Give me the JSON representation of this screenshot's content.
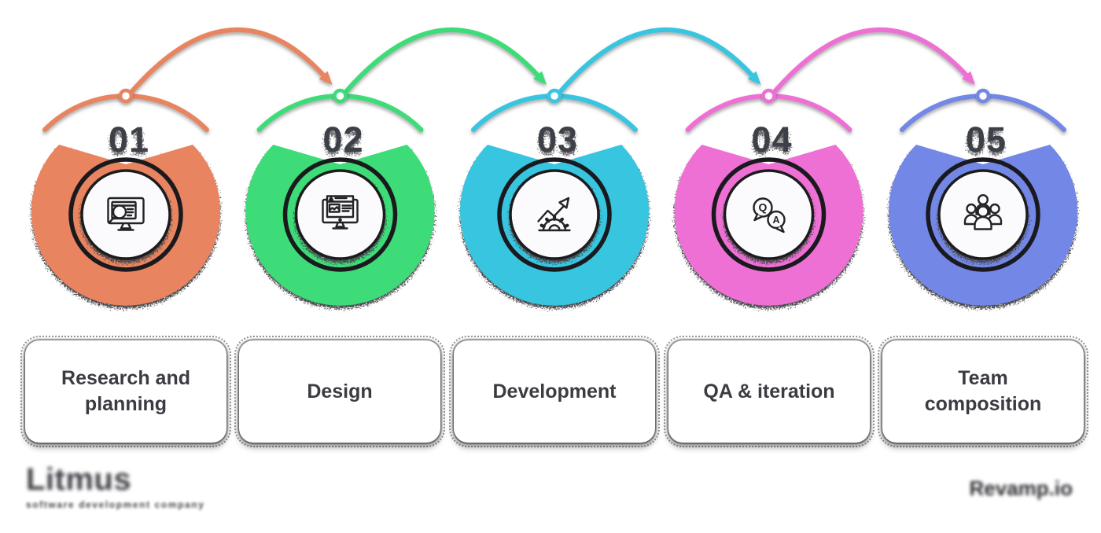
{
  "background_color": "#ffffff",
  "steps": [
    {
      "number": "01",
      "label": "Research and planning",
      "color": "#E8845E",
      "icon": "monitor-search"
    },
    {
      "number": "02",
      "label": "Design",
      "color": "#3EDC78",
      "icon": "monitor-design"
    },
    {
      "number": "03",
      "label": "Development",
      "color": "#38C5E0",
      "icon": "gear-growth-arrow"
    },
    {
      "number": "04",
      "label": "QA & iteration",
      "color": "#EE70D4",
      "icon": "qa-speech-bubbles"
    },
    {
      "number": "05",
      "label": "Team composition",
      "color": "#7388E6",
      "icon": "team-group"
    }
  ],
  "style_colors": {
    "number_color": "#3E4046",
    "icon_stroke": "#222227",
    "inner_ring": "#1a1a1e",
    "inner_disc": "#fbfbfe",
    "card_text": "#3a3c42"
  },
  "footer": {
    "left_logo": {
      "text": "Litmus",
      "tagline": "software development company"
    },
    "right_logo": {
      "text": "Revamp.io"
    }
  }
}
